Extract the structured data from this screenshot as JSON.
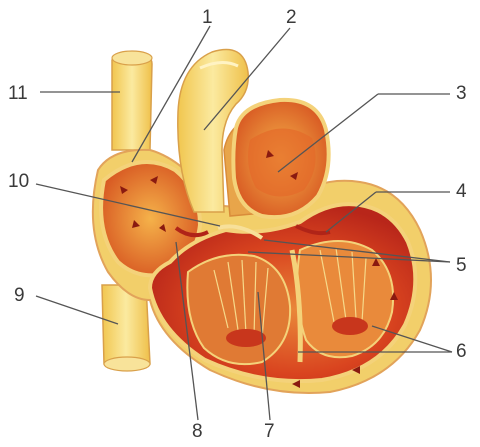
{
  "labels": {
    "l1": "1",
    "l2": "2",
    "l3": "3",
    "l4": "4",
    "l5": "5",
    "l6": "6",
    "l7": "7",
    "l8": "8",
    "l9": "9",
    "l10": "10",
    "l11": "11"
  },
  "colors": {
    "outline": "#e2a35a",
    "wall_yellow": "#f3d46a",
    "muscle_red": "#d8321c",
    "chamber_orange": "#e98a3b",
    "vessel_yellow": "#f7e08a",
    "leader_line": "#555555"
  }
}
